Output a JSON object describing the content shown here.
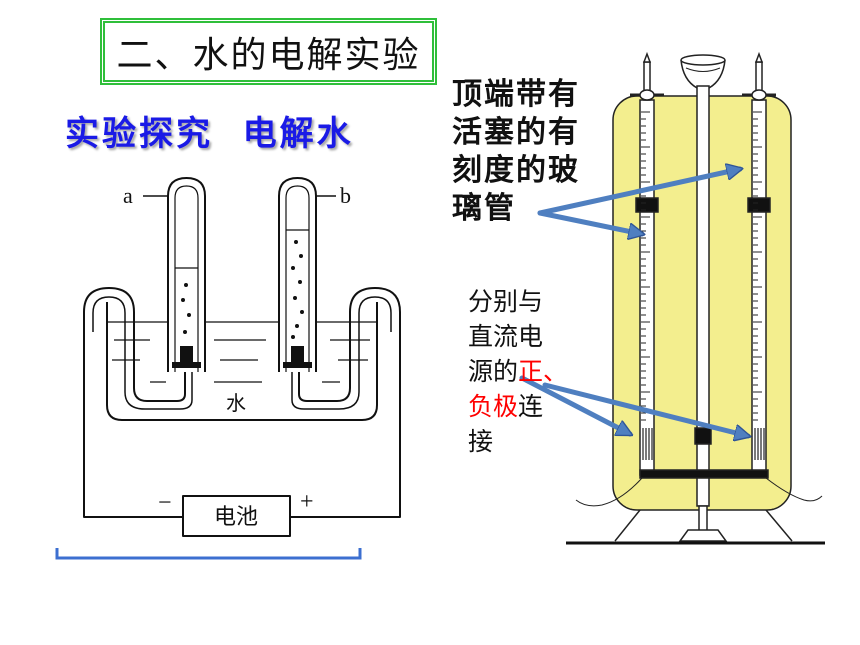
{
  "slide": {
    "title": "二、水的电解实验",
    "subtitle": "实验探究  电解水"
  },
  "left_apparatus": {
    "tube_a_label": "a",
    "tube_b_label": "b",
    "water_label": "水",
    "battery_label": "电池",
    "battery_negative": "−",
    "battery_positive": "+"
  },
  "right_apparatus": {
    "glass_tube_note": [
      "顶端带有",
      "活塞的有",
      "刻度的玻",
      "璃管"
    ],
    "power_note": {
      "line1": "分别与",
      "line2": "直流电",
      "line3_plain": "源的",
      "line3_red": "正、",
      "line4_red": "负极",
      "line4_plain": "连",
      "line5": "接"
    }
  },
  "colors": {
    "title_border": "#2fbf3a",
    "subtitle_text": "#1a1ae6",
    "highlight_red": "#ff0000",
    "apparatus_body": "#f3ee8e",
    "arrow": "#4f7fc0",
    "bracket": "#3c6fd0"
  }
}
